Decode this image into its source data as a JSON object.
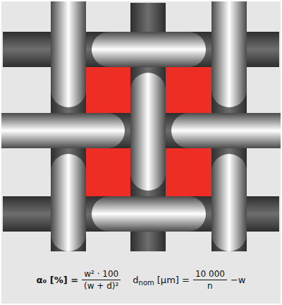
{
  "diagram": {
    "labels": [
      "α₀ [%] =",
      "w² · 100",
      "(w + d)²",
      "d",
      "nom",
      "[µm] =",
      "10 000",
      "n",
      "−w"
    ]
  }
}
